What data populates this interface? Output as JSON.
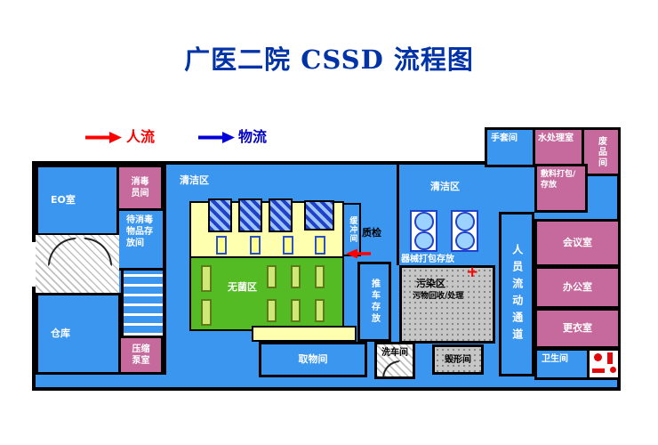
{
  "title": "广医二院 CSSD 流程图",
  "legend": {
    "people_flow": "人流",
    "material_flow": "物流"
  },
  "icons": {
    "red_cross": "+"
  },
  "colors": {
    "title_blue": "#0033A8",
    "room_blue": "#3B96F0",
    "room_pink": "#C66A9E",
    "sterile_green": "#54BB24",
    "work_yellow": "#FFFFB0",
    "contaminated_gray": "#C6C6C6",
    "people_flow_red": "#FF0000",
    "material_flow_blue": "#0000D8"
  },
  "rooms": {
    "eo": "EO室",
    "disinfection_staff": "消毒员间",
    "items_awaiting_disinfection": "待消毒物品存放间",
    "warehouse": "仓库",
    "compression_pump": "压缩泵室",
    "clean_area_left": "清洁区",
    "buffer": "缓冲间",
    "quality_check": "质检",
    "sterile_area": "无菌区",
    "cart_storage": "推车存放",
    "pickup": "取物间",
    "clean_area_right": "清洁区",
    "instrument_packing": "器械打包存放",
    "contaminated_area": "污染区",
    "waste_processing": "污物回收/处理",
    "cart_washing": "洗车间",
    "destruction": "毁形间",
    "personnel_corridor": "人员流动通道",
    "glove_room": "手套间",
    "water_treatment": "水处理室",
    "scrap_room": "废品间",
    "dressing_packing": "敷料打包/存放",
    "meeting_room": "会议室",
    "office": "办公室",
    "changing_room": "更衣室",
    "toilet": "卫生间"
  }
}
